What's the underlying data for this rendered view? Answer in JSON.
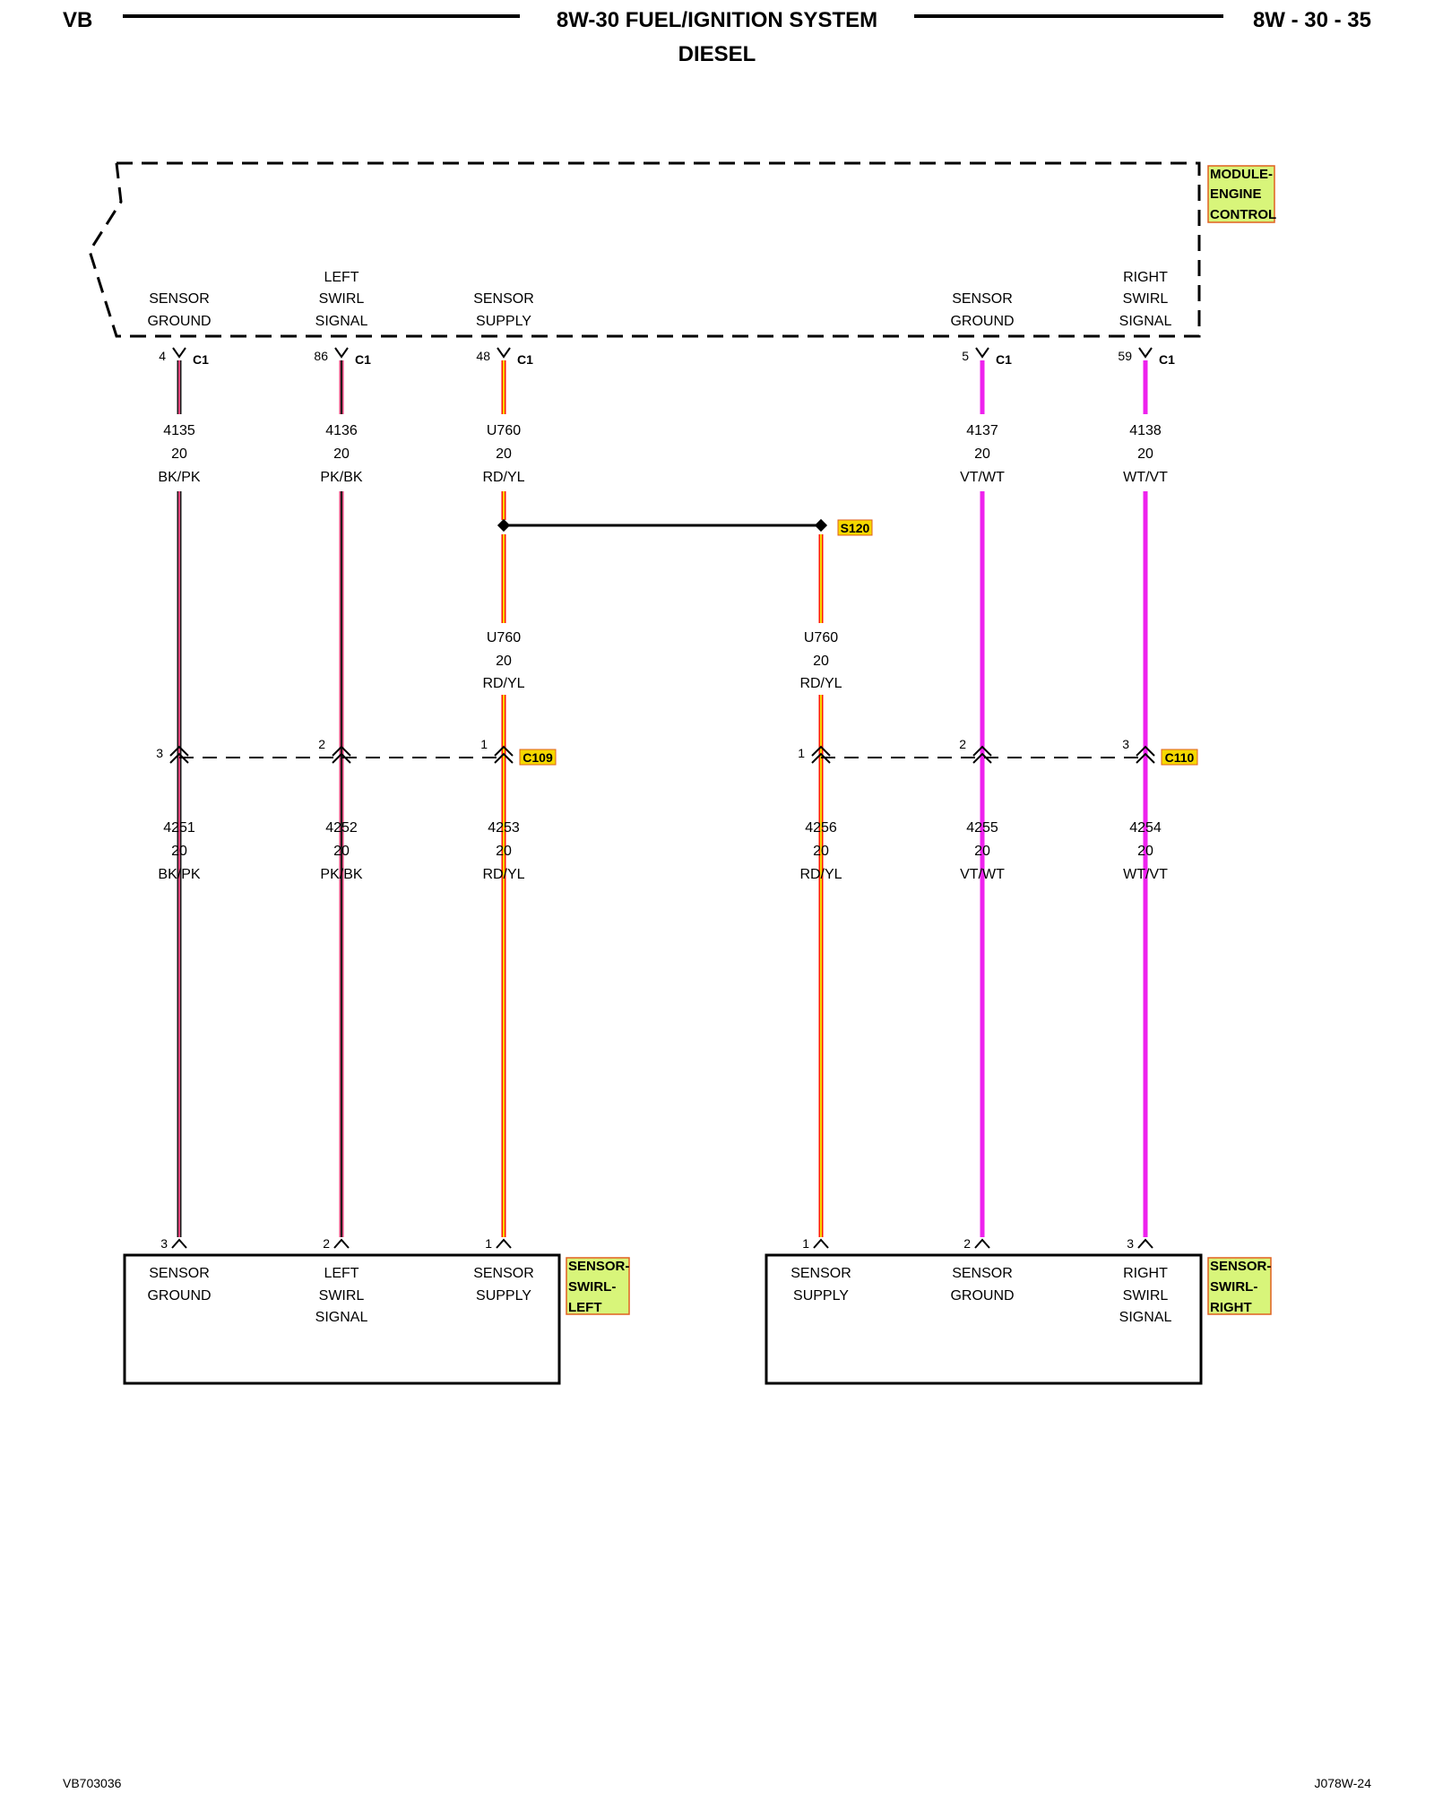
{
  "header": {
    "left": "VB",
    "title": "8W-30 FUEL/IGNITION SYSTEM",
    "subtitle": "DIESEL",
    "page": "8W - 30 - 35"
  },
  "footer": {
    "left": "VB703036",
    "right": "J078W-24"
  },
  "colors": {
    "BK/PK": [
      "#1a1a1a",
      "#e0447a"
    ],
    "PK/BK": [
      "#e0447a",
      "#1a1a1a"
    ],
    "RD/YL": [
      "#ff1a00",
      "#f5d800"
    ],
    "VT/WT": [
      "#ee22ee",
      "#ee22ee"
    ],
    "WT/VT": [
      "#ee22ee",
      "#ee22ee"
    ],
    "tag_fill": "#d8f57a",
    "tag_border": "#e06020",
    "splice_tag_fill": "#f5d800"
  },
  "ecm": {
    "name_lines": [
      "MODULE-",
      "ENGINE",
      "CONTROL"
    ],
    "connector": "C1",
    "pins": [
      {
        "pin": "4",
        "lines": [
          "SENSOR",
          "GROUND"
        ]
      },
      {
        "pin": "86",
        "lines": [
          "LEFT",
          "SWIRL",
          "SIGNAL"
        ]
      },
      {
        "pin": "48",
        "lines": [
          "SENSOR",
          "SUPPLY"
        ]
      },
      {
        "pin": "5",
        "lines": [
          "SENSOR",
          "GROUND"
        ]
      },
      {
        "pin": "59",
        "lines": [
          "RIGHT",
          "SWIRL",
          "SIGNAL"
        ]
      }
    ]
  },
  "upper_wires": [
    {
      "circuit": "4135",
      "gauge": "20",
      "color": "BK/PK"
    },
    {
      "circuit": "4136",
      "gauge": "20",
      "color": "PK/BK"
    },
    {
      "circuit": "U760",
      "gauge": "20",
      "color": "RD/YL"
    },
    {
      "circuit": "4137",
      "gauge": "20",
      "color": "VT/WT"
    },
    {
      "circuit": "4138",
      "gauge": "20",
      "color": "WT/VT"
    }
  ],
  "splice": {
    "name": "S120",
    "branches": [
      {
        "circuit": "U760",
        "gauge": "20",
        "color": "RD/YL"
      },
      {
        "circuit": "U760",
        "gauge": "20",
        "color": "RD/YL"
      }
    ]
  },
  "inline_connectors": [
    {
      "name": "C109",
      "pins": [
        "3",
        "2",
        "1"
      ]
    },
    {
      "name": "C110",
      "pins": [
        "1",
        "2",
        "3"
      ]
    }
  ],
  "lower_wires": [
    {
      "circuit": "4251",
      "gauge": "20",
      "color": "BK/PK"
    },
    {
      "circuit": "4252",
      "gauge": "20",
      "color": "PK/BK"
    },
    {
      "circuit": "4253",
      "gauge": "20",
      "color": "RD/YL"
    },
    {
      "circuit": "4256",
      "gauge": "20",
      "color": "RD/YL"
    },
    {
      "circuit": "4255",
      "gauge": "20",
      "color": "VT/WT"
    },
    {
      "circuit": "4254",
      "gauge": "20",
      "color": "WT/VT"
    }
  ],
  "sensors": [
    {
      "name_lines": [
        "SENSOR-",
        "SWIRL-",
        "LEFT"
      ],
      "pins": [
        {
          "pin": "3",
          "lines": [
            "SENSOR",
            "GROUND"
          ]
        },
        {
          "pin": "2",
          "lines": [
            "LEFT",
            "SWIRL",
            "SIGNAL"
          ]
        },
        {
          "pin": "1",
          "lines": [
            "SENSOR",
            "SUPPLY"
          ]
        }
      ]
    },
    {
      "name_lines": [
        "SENSOR-",
        "SWIRL-",
        "RIGHT"
      ],
      "pins": [
        {
          "pin": "1",
          "lines": [
            "SENSOR",
            "SUPPLY"
          ]
        },
        {
          "pin": "2",
          "lines": [
            "SENSOR",
            "GROUND"
          ]
        },
        {
          "pin": "3",
          "lines": [
            "RIGHT",
            "SWIRL",
            "SIGNAL"
          ]
        }
      ]
    }
  ]
}
